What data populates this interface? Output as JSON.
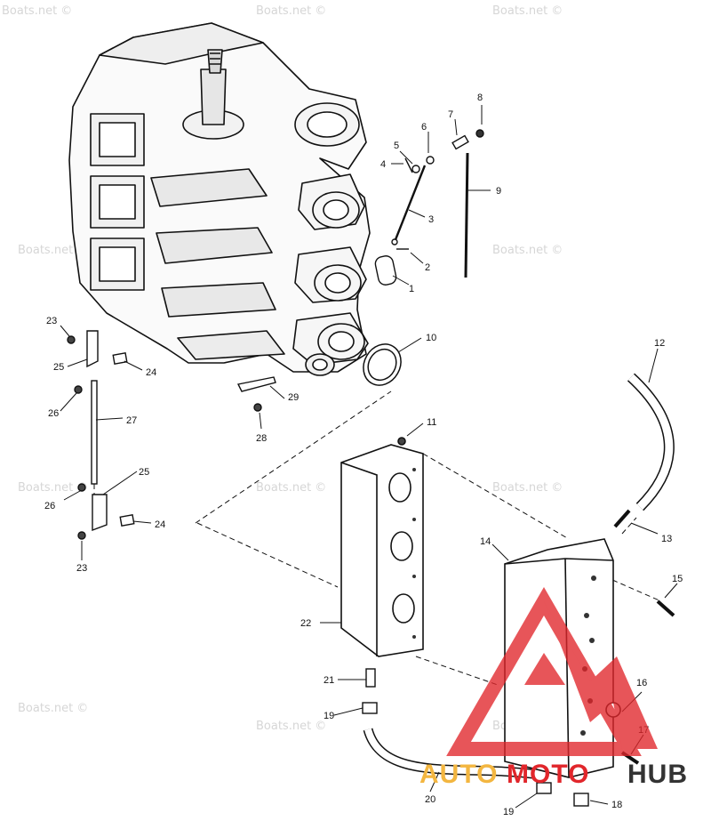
{
  "watermark_text": "Boats.net ©",
  "brand": {
    "part1": "AUTO",
    "part2": "MOTO",
    "part3": "HUB"
  },
  "callouts": {
    "c1": "1",
    "c2": "2",
    "c3": "3",
    "c4": "4",
    "c5": "5",
    "c6": "6",
    "c7": "7",
    "c8": "8",
    "c9": "9",
    "c10": "10",
    "c11": "11",
    "c12": "12",
    "c13": "13",
    "c14": "14",
    "c15": "15",
    "c16": "16",
    "c17": "17",
    "c18": "18",
    "c19a": "19",
    "c19b": "19",
    "c20": "20",
    "c21": "21",
    "c22": "22",
    "c23a": "23",
    "c23b": "23",
    "c24a": "24",
    "c24b": "24",
    "c25a": "25",
    "c25b": "25",
    "c26a": "26",
    "c26b": "26",
    "c27": "27",
    "c28": "28",
    "c29": "29"
  },
  "colors": {
    "line": "#111111",
    "logo_red": "#e1262b",
    "logo_yellow": "#f3b640",
    "watermark": "#d6d6d6"
  }
}
